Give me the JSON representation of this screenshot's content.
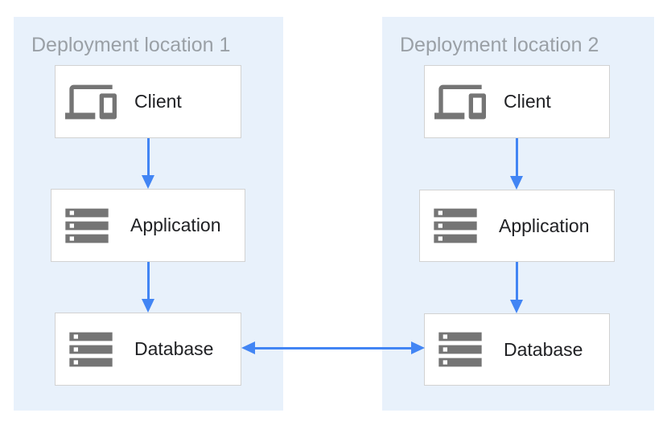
{
  "colors": {
    "panel_background": "#e8f1fb",
    "box_background": "#ffffff",
    "box_border": "#d2d2d2",
    "arrow_blue": "#4285f4",
    "icon_gray": "#757575",
    "title_gray": "#9aa0a6",
    "label_dark": "#202124"
  },
  "panels": [
    {
      "title": "Deployment location 1",
      "nodes": [
        {
          "label": "Client",
          "icon": "devices-icon"
        },
        {
          "label": "Application",
          "icon": "storage-icon"
        },
        {
          "label": "Database",
          "icon": "storage-icon"
        }
      ]
    },
    {
      "title": "Deployment location 2",
      "nodes": [
        {
          "label": "Client",
          "icon": "devices-icon"
        },
        {
          "label": "Application",
          "icon": "storage-icon"
        },
        {
          "label": "Database",
          "icon": "storage-icon"
        }
      ]
    }
  ],
  "connections": [
    {
      "from": "Client (location 1)",
      "to": "Application (location 1)",
      "type": "one-way-down"
    },
    {
      "from": "Application (location 1)",
      "to": "Database (location 1)",
      "type": "one-way-down"
    },
    {
      "from": "Client (location 2)",
      "to": "Application (location 2)",
      "type": "one-way-down"
    },
    {
      "from": "Application (location 2)",
      "to": "Database (location 2)",
      "type": "one-way-down"
    },
    {
      "from": "Database (location 1)",
      "to": "Database (location 2)",
      "type": "bidirectional"
    }
  ]
}
